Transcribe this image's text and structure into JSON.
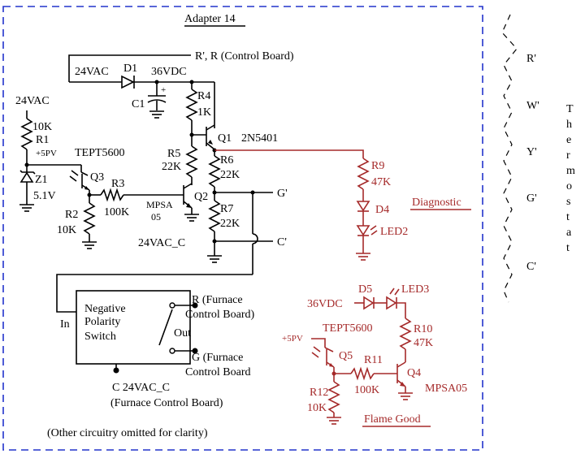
{
  "title": "Adapter 14",
  "footnote": "(Other circuitry omitted for clarity)",
  "supply": {
    "in_24vac": "24VAC",
    "top_24vac": "24VAC",
    "d1": "D1",
    "v36": "36VDC",
    "c1": "C1",
    "c1_pol": "+",
    "control_board": "R', R (Control Board)",
    "common": "24VAC_C"
  },
  "resistors": {
    "r1": "R1",
    "r1_val": "10K",
    "r2": "R2",
    "r2_val": "10K",
    "r3": "R3",
    "r3_val": "100K",
    "r4": "R4",
    "r4_val": "1K",
    "r5": "R5",
    "r5_val": "22K",
    "r6": "R6",
    "r6_val": "22K",
    "r7": "R7",
    "r7_val": "22K",
    "r9": "R9",
    "r9_val": "47K",
    "r10": "R10",
    "r10_val": "47K",
    "r11": "R11",
    "r11_val": "100K",
    "r12": "R12",
    "r12_val": "10K"
  },
  "semis": {
    "z1": "Z1",
    "z1_val": "5.1V",
    "q3_part": "TEPT5600",
    "q3": "Q3",
    "pv": "+5PV",
    "q2": "Q2",
    "q2_part_a": "MPSA",
    "q2_part_b": "05",
    "q1": "Q1",
    "q1_part": "2N5401",
    "d4": "D4",
    "led2": "LED2",
    "d5": "D5",
    "led3": "LED3",
    "q5_part": "TEPT5600",
    "q5": "Q5",
    "pv2": "+5PV",
    "q4": "Q4",
    "q4_part": "MPSA05",
    "v36_2": "36VDC"
  },
  "outputs": {
    "g": "G'",
    "c": "C'"
  },
  "tags": {
    "diagnostic": "Diagnostic",
    "flame_good": "Flame Good"
  },
  "switch": {
    "line1": "Negative",
    "line2": "Polarity",
    "line3": "Switch",
    "in": "In",
    "out": "Out",
    "r_line1": "R  (Furnace",
    "r_line2": "Control Board)",
    "g_line1": "G  (Furnace",
    "g_line2": "Control Board",
    "c_line1": "C  24VAC_C",
    "c_line2": "(Furnace Control Board)"
  },
  "thermostat": {
    "title_letters": [
      "T",
      "h",
      "e",
      "r",
      "m",
      "o",
      "s",
      "t",
      "a",
      "t"
    ],
    "terminals": [
      "R'",
      "W'",
      "Y'",
      "G'",
      "C'"
    ]
  },
  "colors": {
    "frame": "#2233cc",
    "diagnostic_circuit": "#a52a2a",
    "wire": "#000000"
  }
}
